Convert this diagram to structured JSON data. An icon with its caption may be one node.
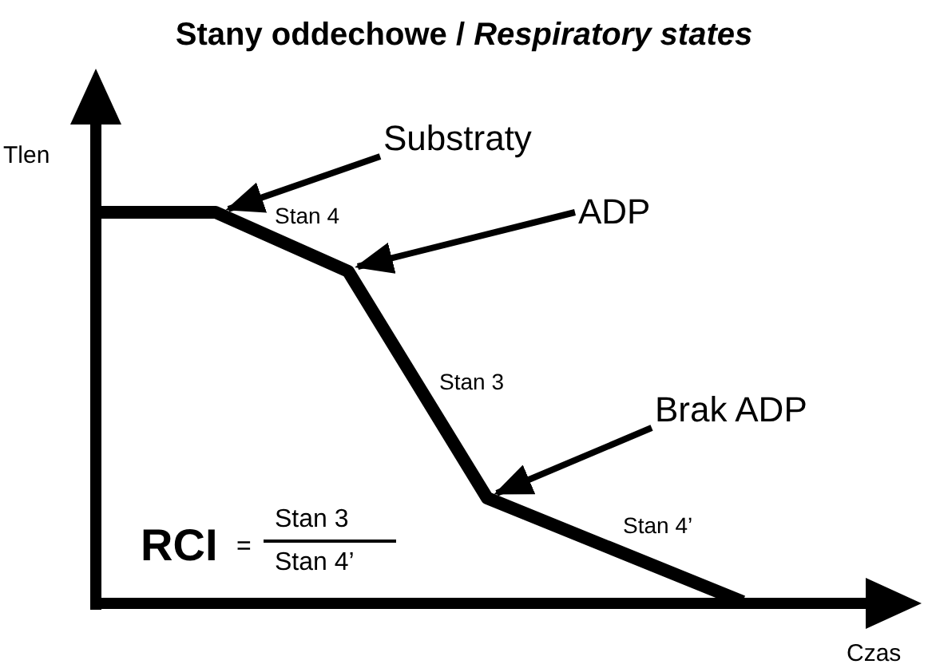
{
  "diagram": {
    "title": "Stany oddechowe / *Respiratory states*",
    "nodes": [
      {
        "text": [
          "Substraty"
        ]
      },
      {
        "text": [
          "ADP"
        ]
      },
      {
        "text": [
          "Brak ADP"
        ]
      }
    ],
    "edges": [
      {
        "from": 0,
        "to": null,
        "arrow": "to"
      },
      {
        "from": 1,
        "to": null,
        "arrow": "to"
      },
      {
        "from": 2,
        "to": null,
        "arrow": "to"
      }
    ],
    "labels": [
      "Tlen",
      "Stan 4",
      "Stan 3",
      "RCI",
      "=",
      "Stan 3",
      "Stan 4’",
      "Stan 4’",
      "Czas"
    ]
  }
}
